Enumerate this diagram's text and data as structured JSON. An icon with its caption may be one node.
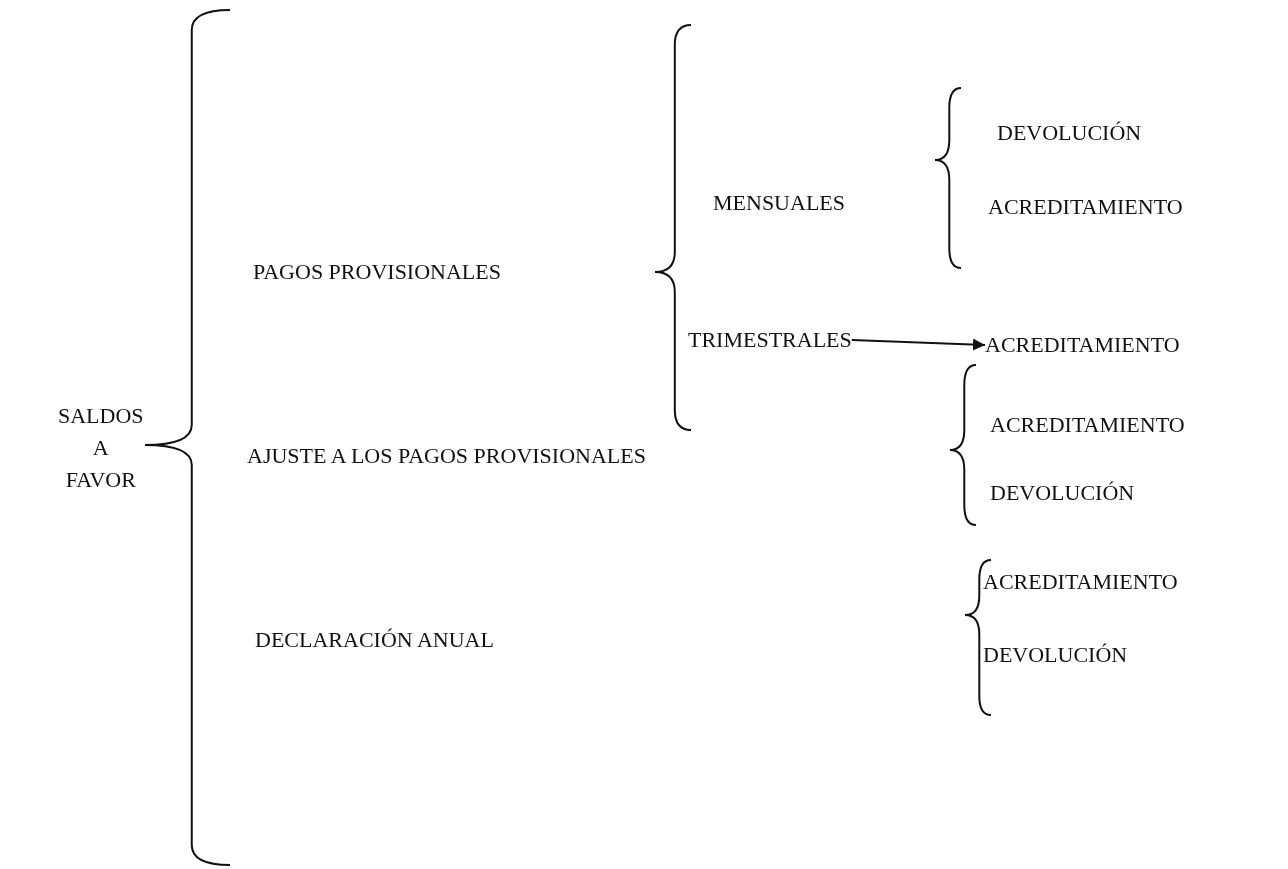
{
  "diagram": {
    "nodes": [
      {
        "text": [
          "TRIMESTRALES"
        ]
      },
      {
        "text": [
          "ACREDITAMIENTO"
        ]
      }
    ],
    "edges": [
      {
        "from": 0,
        "to": 1,
        "arrow": "to"
      }
    ],
    "labels": [
      "SALDOS A FAVOR",
      "PAGOS PROVISIONALES",
      "MENSUALES",
      "DEVOLUCIÓN",
      "ACREDITAMIENTO",
      "AJUSTE A LOS PAGOS PROVISIONALES",
      "ACREDITAMIENTO",
      "DEVOLUCIÓN",
      "DECLARACIÓN ANUAL",
      "ACREDITAMIENTO",
      "DEVOLUCIÓN"
    ]
  }
}
